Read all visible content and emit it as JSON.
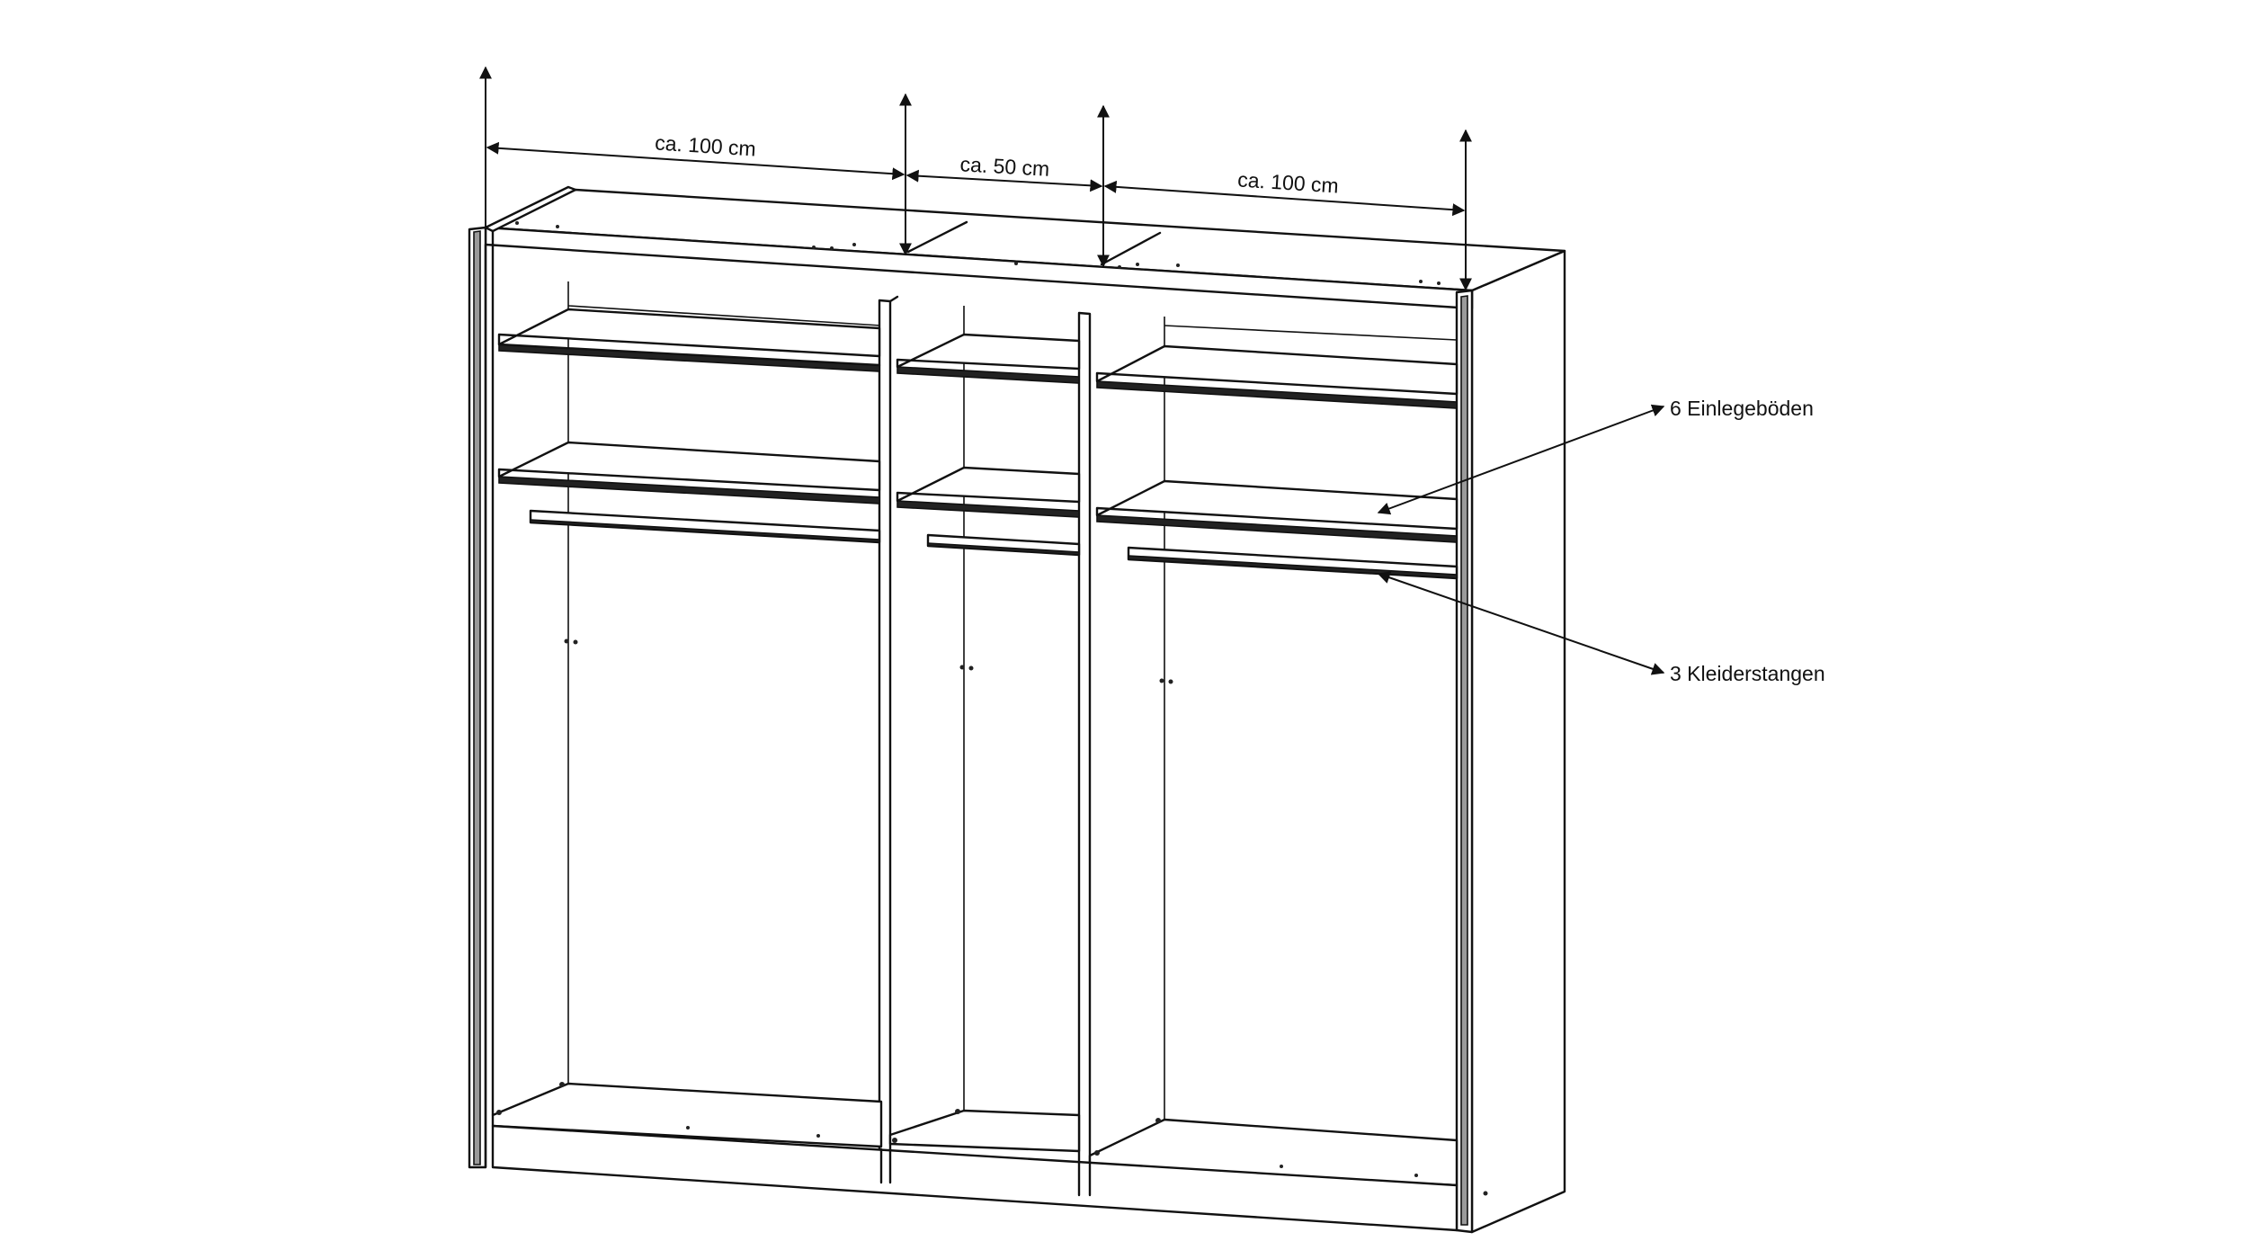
{
  "dimensions": {
    "left": "ca. 100 cm",
    "middle": "ca. 50 cm",
    "right": "ca. 100 cm"
  },
  "callouts": {
    "shelves": "6 Einlegeböden",
    "rods": "3 Kleiderstangen"
  },
  "colors": {
    "line": "#111111",
    "background": "#ffffff"
  }
}
